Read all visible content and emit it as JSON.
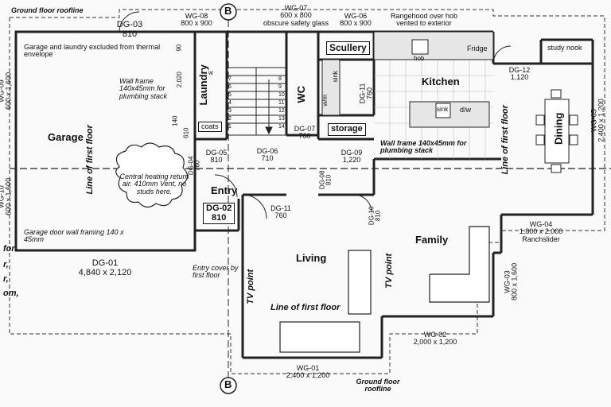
{
  "rooms": {
    "garage": "Garage",
    "laundry": "Laundry",
    "coats": "coats",
    "entry": "Entry",
    "wc": "WC",
    "scullery": "Scullery",
    "storage": "storage",
    "kitchen": "Kitchen",
    "dining": "Dining",
    "study_nook": "study nook",
    "living": "Living",
    "family": "Family"
  },
  "fixtures": {
    "fridge": "Fridge",
    "hob": "hob",
    "sink_scullery": "sink",
    "sink_kitchen": "sink",
    "dishwasher": "d/w",
    "washing_machine": "w/m",
    "washer": "w"
  },
  "windows": [
    {
      "id": "WG-08",
      "size": "800 x 900"
    },
    {
      "id": "WG-07",
      "size": "600 x 800",
      "note": "obscure safety glass"
    },
    {
      "id": "WG-06",
      "size": "800 x 900"
    },
    {
      "id": "WG-09",
      "size": "600 x 1,600"
    },
    {
      "id": "WG-10",
      "size": "600 x 1,600"
    },
    {
      "id": "WG-05",
      "size": "2,400 x 1,200"
    },
    {
      "id": "WG-04",
      "size": "1,800 x 2,000",
      "note": "Ranchslider"
    },
    {
      "id": "WG-03",
      "size": "800 x 1,600"
    },
    {
      "id": "WG-02",
      "size": "2,000 x 1,200"
    },
    {
      "id": "WG-01",
      "size": "2,400 x 1,200"
    }
  ],
  "doors": [
    {
      "id": "DG-03",
      "size": "810"
    },
    {
      "id": "DG-01",
      "size": "4,840 x 2,120"
    },
    {
      "id": "DG-12",
      "size": "1,120"
    },
    {
      "id": "DG-07",
      "size": "760"
    },
    {
      "id": "DG-11",
      "size": "760"
    },
    {
      "id": "DG-09",
      "size": "1,220"
    },
    {
      "id": "DG-06",
      "size": "710"
    },
    {
      "id": "DG-05",
      "size": "810"
    },
    {
      "id": "DG-04",
      "size": "760"
    },
    {
      "id": "DG-02",
      "size": "810"
    },
    {
      "id": "DG-08",
      "size": "810"
    },
    {
      "id": "DG-10",
      "size": "810"
    },
    {
      "id": "DG-11b",
      "size": "760"
    }
  ],
  "annotations": {
    "ground_floor_roofline_top": "Ground floor roofline",
    "ground_floor_roofline_bottom": "Ground floor roofline",
    "garage_excluded": "Garage and laundry excluded from thermal envelope",
    "wall_frame_laundry": "Wall frame 140x45mm for plumbing stack",
    "wall_frame_storage": "Wall frame 140x45mm for plumbing stack",
    "rangehood": "Rangehood over hob vented to exterior",
    "central_heating": "Central heating return air. 410mm Vent, no studs here.",
    "garage_door_framing": "Garage door wall framing 140 x 45mm",
    "entry_cover": "Entry cover by first floor",
    "line_first_floor": "Line of first floor",
    "tv_point": "TV point",
    "section_marker": "B",
    "dim_2020": "2,020",
    "dim_140": "140",
    "dim_90": "90",
    "dim_610": "610",
    "left_fragment": "for",
    "left_fragment2": "r,",
    "left_fragment3": "r,",
    "left_fragment4": "om,"
  },
  "stair_numbers": [
    "1",
    "2",
    "3",
    "4",
    "5",
    "6",
    "7",
    "8",
    "9",
    "10",
    "11",
    "12",
    "13",
    "14"
  ]
}
